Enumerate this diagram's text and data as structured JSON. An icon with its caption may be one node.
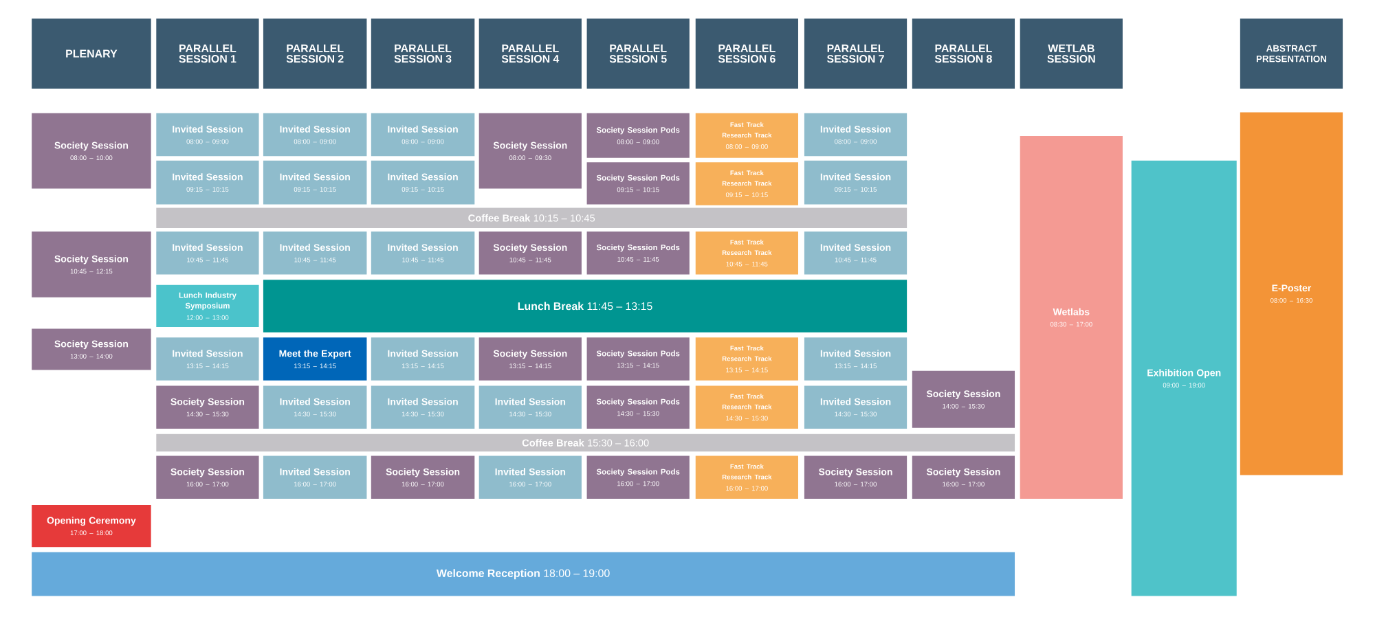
{
  "diagram": {
    "nodes": [
      {
        "text": [
          "PLENARY"
        ]
      },
      {
        "text": [
          "PARALLEL SESSION 1"
        ]
      },
      {
        "text": [
          "PARALLEL SESSION 2"
        ]
      },
      {
        "text": [
          "PARALLEL SESSION 3"
        ]
      },
      {
        "text": [
          "PARALLEL SESSION 4"
        ]
      },
      {
        "text": [
          "PARALLEL SESSION 5"
        ]
      },
      {
        "text": [
          "PARALLEL SESSION 6"
        ]
      },
      {
        "text": [
          "PARALLEL SESSION 7"
        ]
      },
      {
        "text": [
          "PARALLEL SESSION 8"
        ]
      },
      {
        "text": [
          "WETLAB SESSION"
        ]
      },
      {
        "text": [
          "ABSTRACT PRESENTATION"
        ]
      },
      {
        "text": [
          "Society Session",
          "08:00 – 10:00"
        ]
      },
      {
        "text": [
          "Invited Session",
          "08:00 – 09:00"
        ]
      },
      {
        "text": [
          "Invited Session",
          "08:00 – 09:00"
        ]
      },
      {
        "text": [
          "Invited Session",
          "08:00 – 09:00"
        ]
      },
      {
        "text": [
          "Society Session",
          "08:00 – 09:30"
        ]
      },
      {
        "text": [
          "Society Session Pods",
          "08:00 – 09:00"
        ]
      },
      {
        "text": [
          "Fast Track Research Track",
          "08:00 – 09:00"
        ]
      },
      {
        "text": [
          "Invited Session",
          "08:00 – 09:00"
        ]
      },
      {
        "text": [
          "E-Poster",
          "08:00 – 16:30"
        ]
      },
      {
        "text": [
          "Wetlabs",
          "08:30 – 17:00"
        ]
      },
      {
        "text": [
          "Exhibition Open",
          "09:00 – 19:00"
        ]
      },
      {
        "text": [
          "Invited Session",
          "09:15 – 10:15"
        ]
      },
      {
        "text": [
          "Invited Session",
          "09:15 – 10:15"
        ]
      },
      {
        "text": [
          "Invited Session",
          "09:15 – 10:15"
        ]
      },
      {
        "text": [
          "Society Session Pods",
          "09:15 – 10:15"
        ]
      },
      {
        "text": [
          "Fast Track Research Track",
          "09:15 – 10:15"
        ]
      },
      {
        "text": [
          "Invited Session",
          "09:15 – 10:15"
        ]
      },
      {
        "text": [
          "**Coffee Break** 10:15 – 10:45"
        ]
      },
      {
        "text": [
          "Society Session",
          "10:45 – 12:15"
        ]
      },
      {
        "text": [
          "Invited Session",
          "10:45 – 11:45"
        ]
      },
      {
        "text": [
          "Invited Session",
          "10:45 – 11:45"
        ]
      },
      {
        "text": [
          "Invited Session",
          "10:45 – 11:45"
        ]
      },
      {
        "text": [
          "Society Session",
          "10:45 – 11:45"
        ]
      },
      {
        "text": [
          "Society Session Pods",
          "10:45 – 11:45"
        ]
      },
      {
        "text": [
          "Fast Track Research Track",
          "10:45 – 11:45"
        ]
      },
      {
        "text": [
          "Invited Session",
          "10:45 – 11:45"
        ]
      },
      {
        "text": [
          "Lunch Industry Symposium",
          "12:00 – 13:00"
        ]
      },
      {
        "text": [
          "**Lunch Break** 11:45 – 13:15"
        ]
      },
      {
        "text": [
          "Society Session",
          "13:00 – 14:00"
        ]
      },
      {
        "text": [
          "Invited Session",
          "13:15 – 14:15"
        ]
      },
      {
        "text": [
          "Meet the Expert",
          "13:15 – 14:15"
        ]
      },
      {
        "text": [
          "Invited Session",
          "13:15 – 14:15"
        ]
      },
      {
        "text": [
          "Society Session",
          "13:15 – 14:15"
        ]
      },
      {
        "text": [
          "Society Session Pods",
          "13:15 – 14:15"
        ]
      },
      {
        "text": [
          "Fast Track Research Track",
          "13:15 – 14:15"
        ]
      },
      {
        "text": [
          "Invited Session",
          "13:15 – 14:15"
        ]
      },
      {
        "text": [
          "Society Session",
          "14:00 – 15:30"
        ]
      },
      {
        "text": [
          "Society Session",
          "14:30 – 15:30"
        ]
      },
      {
        "text": [
          "Invited Session",
          "14:30 – 15:30"
        ]
      },
      {
        "text": [
          "Invited Session",
          "14:30 – 15:30"
        ]
      },
      {
        "text": [
          "Invited Session",
          "14:30 – 15:30"
        ]
      },
      {
        "text": [
          "Society Session Pods",
          "14:30 – 15:30"
        ]
      },
      {
        "text": [
          "Fast Track Research Track",
          "14:30 – 15:30"
        ]
      },
      {
        "text": [
          "Invited Session",
          "14:30 – 15:30"
        ]
      },
      {
        "text": [
          "**Coffee Break** 15:30 – 16:00"
        ]
      },
      {
        "text": [
          "Society Session",
          "16:00 – 17:00"
        ]
      },
      {
        "text": [
          "Invited Session",
          "16:00 – 17:00"
        ]
      },
      {
        "text": [
          "Society Session",
          "16:00 – 17:00"
        ]
      },
      {
        "text": [
          "Invited Session",
          "16:00 – 17:00"
        ]
      },
      {
        "text": [
          "Society Session Pods",
          "16:00 – 17:00"
        ]
      },
      {
        "text": [
          "Fast Track Research Track",
          "16:00 – 17:00"
        ]
      },
      {
        "text": [
          "Society Session",
          "16:00 – 17:00"
        ]
      },
      {
        "text": [
          "Society Session",
          "16:00 – 17:00"
        ]
      },
      {
        "text": [
          "Opening Ceremony",
          "17:00 – 18:00"
        ]
      },
      {
        "text": [
          "**Welcome Reception** 18:00 – 19:00"
        ]
      }
    ]
  }
}
